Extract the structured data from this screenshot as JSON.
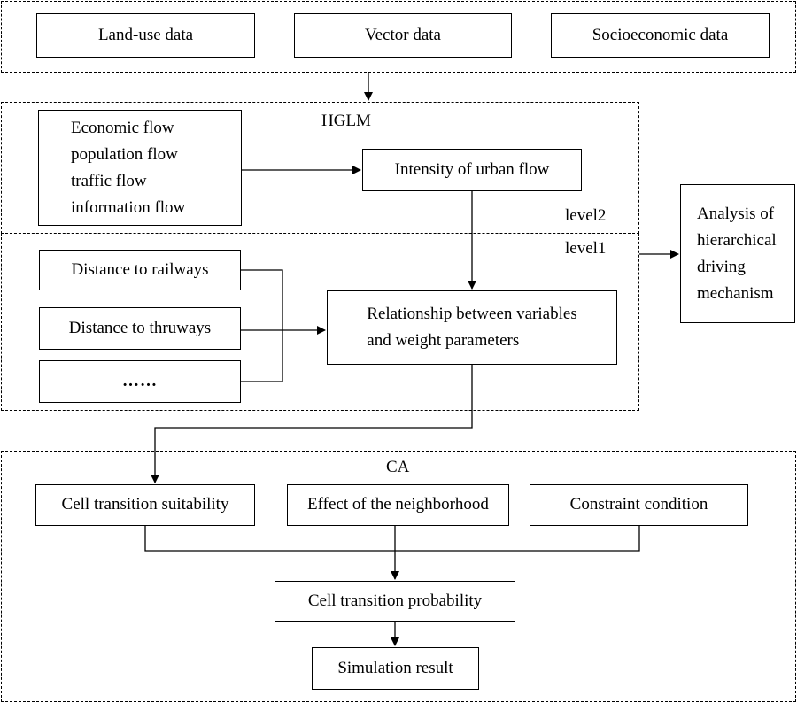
{
  "data_sources": [
    "Land-use data",
    "Vector data",
    "Socioeconomic data"
  ],
  "hglm": {
    "title": "HGLM",
    "flows": [
      "Economic flow",
      "population flow",
      "traffic flow",
      "information flow"
    ],
    "intensity": "Intensity of urban flow",
    "level2": "level2",
    "level1": "level1",
    "variables": [
      "Distance to railways",
      "Distance to thruways",
      "……"
    ],
    "relationship": [
      "Relationship between variables",
      "and weight parameters"
    ]
  },
  "analysis": [
    "Analysis of",
    "hierarchical",
    "driving",
    "mechanism"
  ],
  "ca": {
    "title": "CA",
    "factors": [
      "Cell transition suitability",
      "Effect of the neighborhood",
      "Constraint condition"
    ],
    "probability": "Cell transition probability",
    "result": "Simulation result"
  }
}
